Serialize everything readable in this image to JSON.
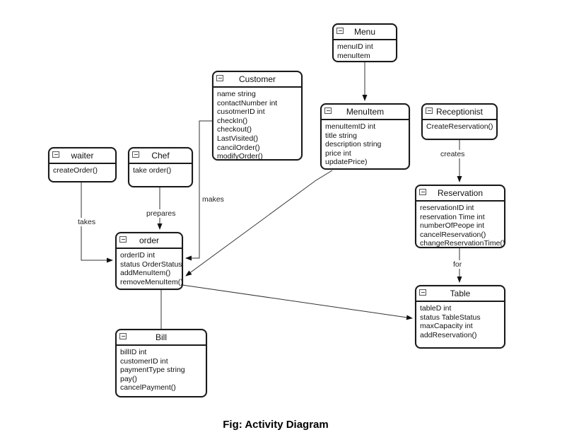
{
  "caption": "Fig: Activity Diagram",
  "classes": {
    "menu": {
      "title": "Menu",
      "members": [
        "menuID int",
        "menuItem"
      ]
    },
    "customer": {
      "title": "Customer",
      "members": [
        "name string",
        "contactNumber int",
        "cusotmerID int",
        "checkIn()",
        "checkout()",
        "LastVisited()",
        "cancilOrder()",
        "modifyOrder()"
      ]
    },
    "menuitem": {
      "title": "MenuItem",
      "members": [
        "menuItemID int",
        "title string",
        "description string",
        "price int",
        "updatePrice)"
      ]
    },
    "receptionist": {
      "title": "Receptionist",
      "members": [
        "CreateReservation()"
      ]
    },
    "waiter": {
      "title": "waiter",
      "members": [
        "createOrder()"
      ]
    },
    "chef": {
      "title": "Chef",
      "members": [
        "take order()"
      ]
    },
    "reservation": {
      "title": "Reservation",
      "members": [
        "reservationID int",
        "reservation Time int",
        "numberOfPeope int",
        "cancelReservation()",
        "changeReservationTime()"
      ]
    },
    "order": {
      "title": "order",
      "members": [
        "orderID int",
        "status OrderStatus",
        "addMenuItem()",
        "removeMenuItem()"
      ]
    },
    "table": {
      "title": "Table",
      "members": [
        "tableD int",
        "status TableStatus",
        "maxCapacity int",
        "addReservation()"
      ]
    },
    "bill": {
      "title": "Bill",
      "members": [
        "billID int",
        "customerID int",
        "paymentType string",
        "pay()",
        "cancelPayment()"
      ]
    }
  },
  "edge_labels": {
    "takes": "takes",
    "prepares": "prepares",
    "makes": "makes",
    "creates": "creates",
    "for": "for"
  },
  "colors": {
    "border": "#1a1a1a",
    "line": "#333333",
    "background": "#ffffff"
  }
}
